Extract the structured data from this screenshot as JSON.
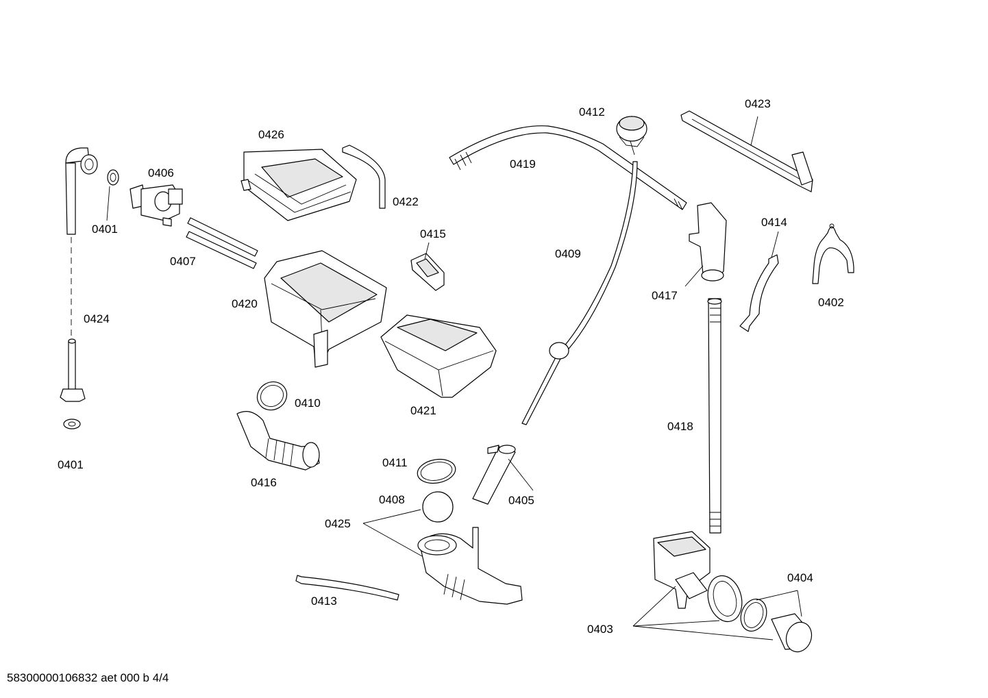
{
  "labels": {
    "p0401a": "0401",
    "p0401b": "0401",
    "p0402": "0402",
    "p0403": "0403",
    "p0404": "0404",
    "p0405": "0405",
    "p0406": "0406",
    "p0407": "0407",
    "p0408": "0408",
    "p0409": "0409",
    "p0410": "0410",
    "p0411": "0411",
    "p0412": "0412",
    "p0413": "0413",
    "p0414": "0414",
    "p0415": "0415",
    "p0416": "0416",
    "p0417": "0417",
    "p0418": "0418",
    "p0419": "0419",
    "p0420": "0420",
    "p0421": "0421",
    "p0422": "0422",
    "p0423": "0423",
    "p0424": "0424",
    "p0425": "0425",
    "p0426": "0426"
  },
  "footer": "58300000106832 aet 000 b 4/4"
}
